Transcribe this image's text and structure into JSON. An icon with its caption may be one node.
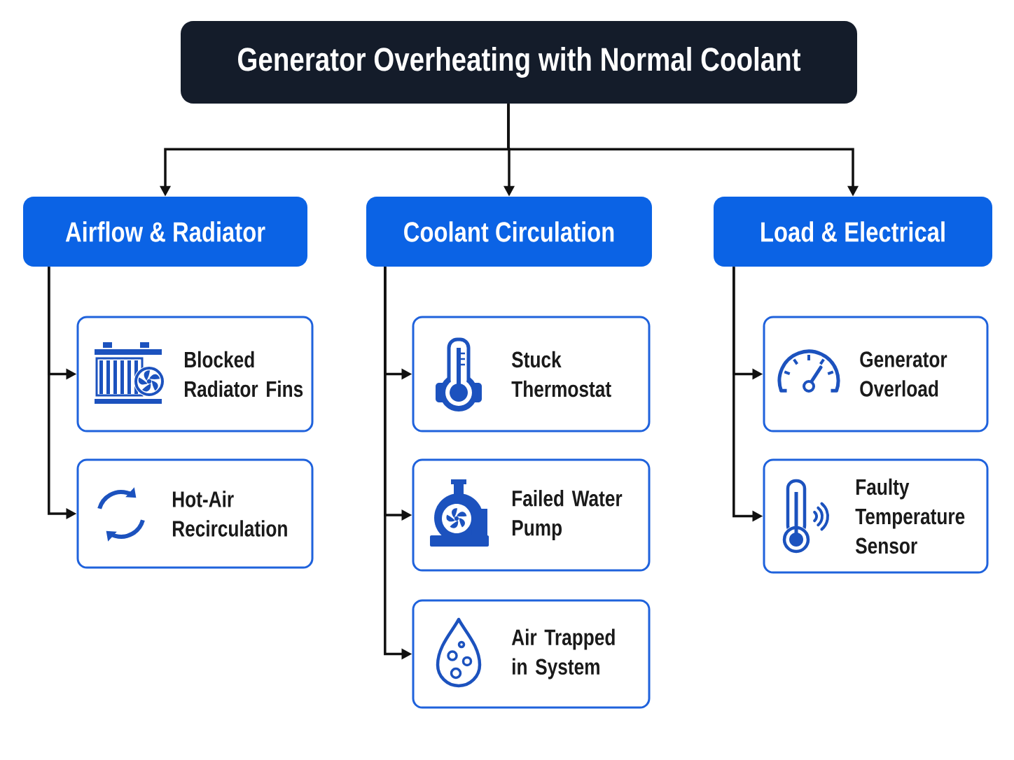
{
  "diagram": {
    "nodes": [
      {
        "text": [
          "Generator Overheating with Normal Coolant"
        ]
      },
      {
        "text": [
          "Airflow & Radiator"
        ]
      },
      {
        "text": [
          "Coolant Circulation"
        ]
      },
      {
        "text": [
          "Load & Electrical"
        ]
      },
      {
        "text": [
          "Blocked Radiator Fins"
        ]
      },
      {
        "text": [
          "Hot-Air Recirculation"
        ]
      },
      {
        "text": [
          "Stuck Thermostat"
        ]
      },
      {
        "text": [
          "Failed Water Pump"
        ]
      },
      {
        "text": [
          "Air Trapped in System"
        ]
      },
      {
        "text": [
          "Generator Overload"
        ]
      },
      {
        "text": [
          "Faulty Temperature Sensor"
        ]
      }
    ],
    "edges": [
      {
        "from": 0,
        "to": 1,
        "arrow": "to"
      },
      {
        "from": 0,
        "to": 2,
        "arrow": "to"
      },
      {
        "from": 0,
        "to": 3,
        "arrow": "to"
      },
      {
        "from": 1,
        "to": 4,
        "arrow": "to"
      },
      {
        "from": 1,
        "to": 5,
        "arrow": "to"
      },
      {
        "from": 2,
        "to": 6,
        "arrow": "to"
      },
      {
        "from": 2,
        "to": 7,
        "arrow": "to"
      },
      {
        "from": 2,
        "to": 8,
        "arrow": "to"
      },
      {
        "from": 3,
        "to": 9,
        "arrow": "to"
      },
      {
        "from": 3,
        "to": 10,
        "arrow": "to"
      }
    ]
  }
}
